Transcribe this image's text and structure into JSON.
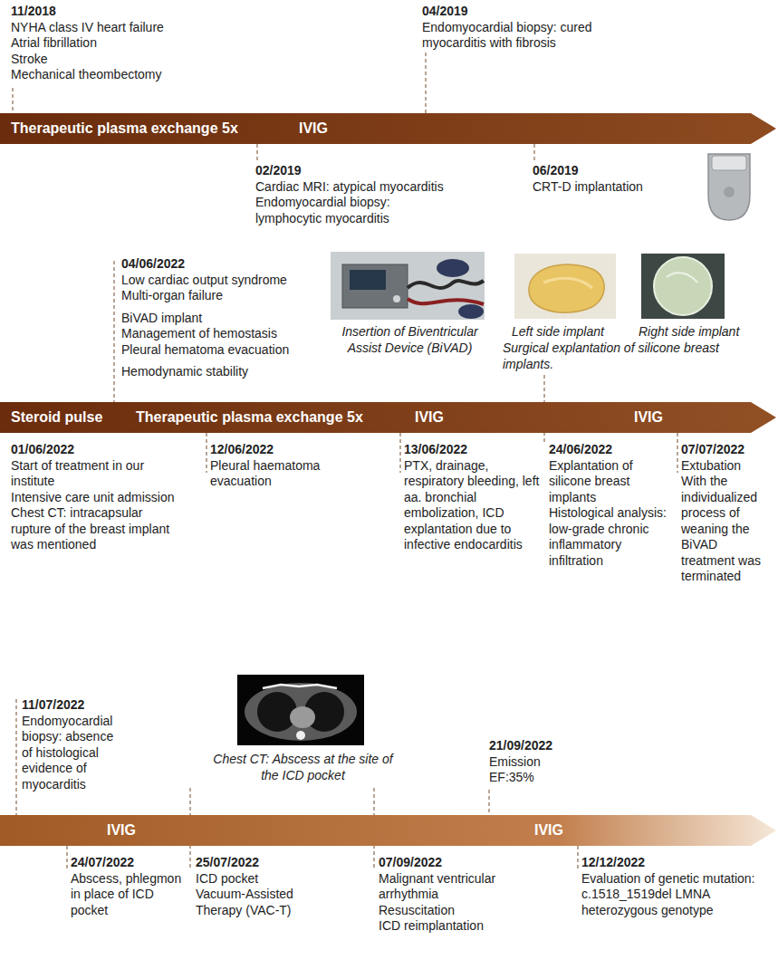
{
  "diagram": {
    "nodes": [
      {
        "text": [
          "Therapeutic plasma exchange 5x",
          "IVIG"
        ]
      },
      {
        "text": [
          "Steroid pulse",
          "Therapeutic plasma exchange 5x",
          "IVIG",
          "IVIG"
        ]
      },
      {
        "text": [
          "IVIG",
          "IVIG"
        ]
      }
    ],
    "labels": [
      "11/2018",
      "NYHA class IV heart failure",
      "Atrial fibrillation",
      "Stroke",
      "Mechanical theombectomy",
      "04/2019",
      "Endomyocardial biopsy: cured",
      "myocarditis with fibrosis",
      "02/2019",
      "Cardiac MRI: atypical myocarditis",
      "Endomyocardial biopsy:",
      "lymphocytic myocarditis",
      "06/2019",
      "CRT-D implantation",
      "04/06/2022",
      "Low cardiac output syndrome",
      "Multi-organ failure",
      "BiVAD implant",
      "Management of hemostasis",
      "Pleural hematoma evacuation",
      "Hemodynamic stability",
      "Insertion of Biventricular Assist Device (BiVAD)",
      "Left side implant",
      "Right side implant",
      "Surgical explantation of silicone breast implants.",
      "01/06/2022",
      "Start of treatment in our institute",
      "Intensive care unit admission",
      "Chest CT: intracapsular rupture of the breast implant was mentioned",
      "12/06/2022",
      "Pleural haematoma evacuation",
      "13/06/2022",
      "PTX, drainage, respiratory bleeding, left aa. bronchial embolization, ICD explantation due to infective endocarditis",
      "24/06/2022",
      "Explantation of silicone breast implants",
      "Histological analysis: low-grade chronic inflammatory infiltration",
      "07/07/2022",
      "Extubation",
      "With the individualized process of weaning the BiVAD treatment was terminated",
      "11/07/2022",
      "Endomyocardial biopsy: absence of histological evidence of myocarditis",
      "Chest CT: Abscess at the site of the ICD pocket",
      "21/09/2022",
      "Emission",
      "EF:35%",
      "24/07/2022",
      "Abscess, phlegmon in place of ICD pocket",
      "25/07/2022",
      "ICD pocket Vacuum-Assisted Therapy (VAC-T)",
      "07/09/2022",
      "Malignant ventricular arrhythmia",
      "Resuscitation",
      "ICD reimplantation",
      "12/12/2022",
      "Evaluation of genetic mutation: c.1518_1519del LMNA heterozygous genotype"
    ]
  }
}
